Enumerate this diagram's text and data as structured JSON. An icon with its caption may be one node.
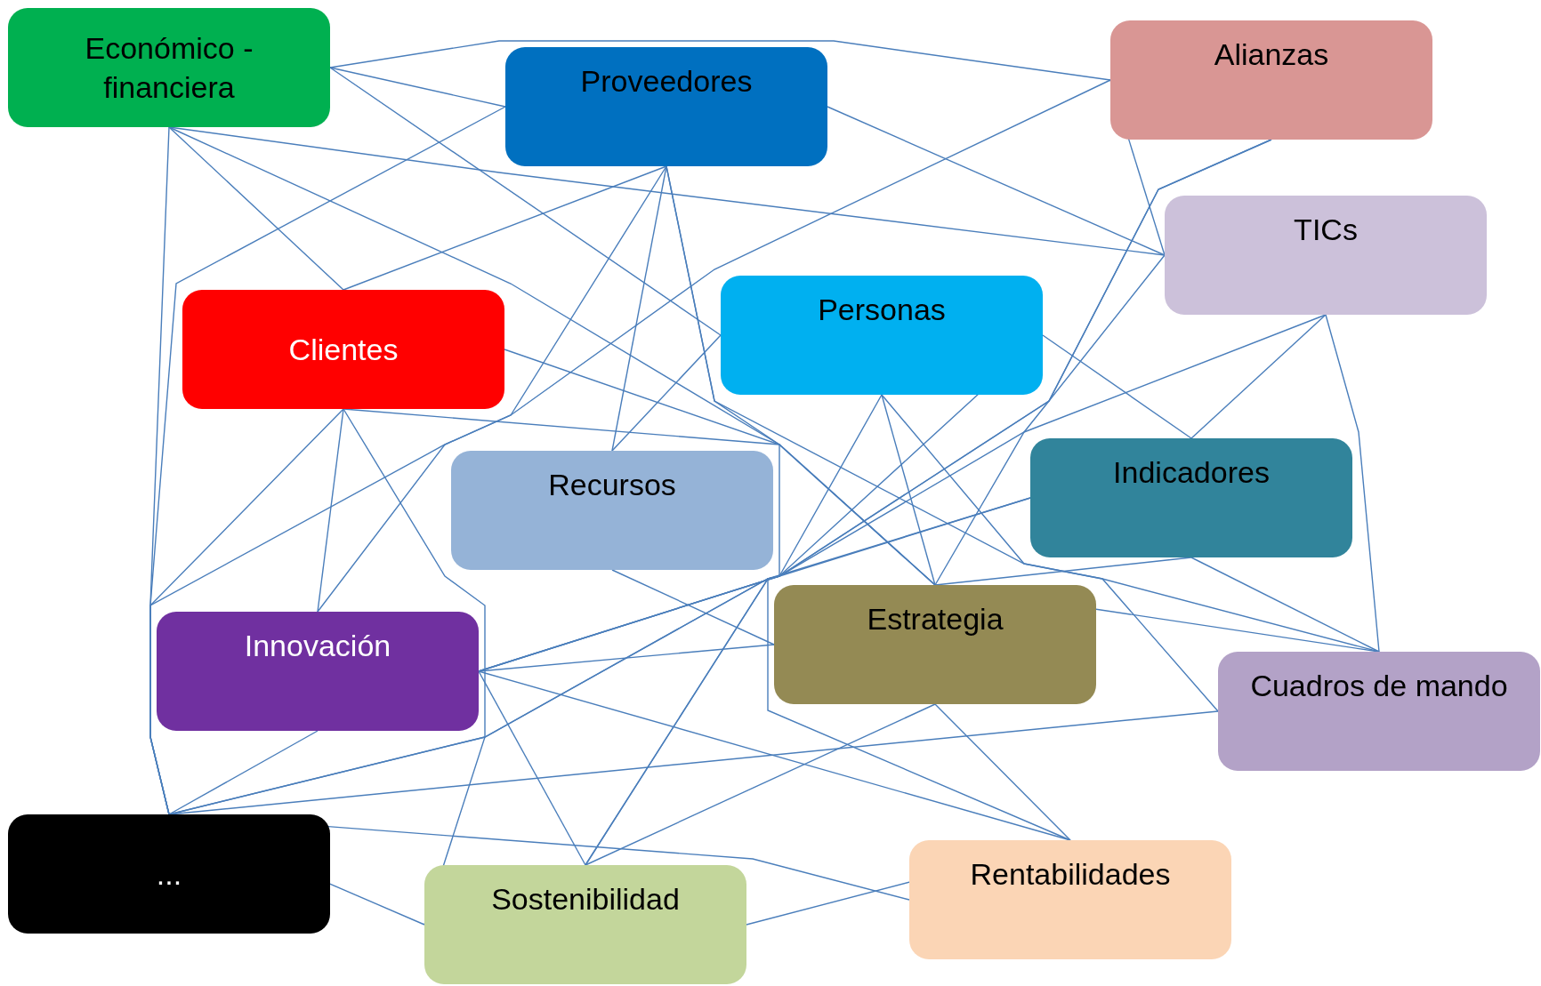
{
  "diagram": {
    "nodes": [
      {
        "text": [
          "Económico - financiera"
        ]
      },
      {
        "text": [
          "Proveedores"
        ]
      },
      {
        "text": [
          "Alianzas"
        ]
      },
      {
        "text": [
          "TICs"
        ]
      },
      {
        "text": [
          "Clientes"
        ]
      },
      {
        "text": [
          "Personas"
        ]
      },
      {
        "text": [
          "Recursos"
        ]
      },
      {
        "text": [
          "Indicadores"
        ]
      },
      {
        "text": [
          "Innovación"
        ]
      },
      {
        "text": [
          "Estrategia"
        ]
      },
      {
        "text": [
          "Cuadros de mando"
        ]
      },
      {
        "text": [
          "..."
        ]
      },
      {
        "text": [
          "Sostenibilidad"
        ]
      },
      {
        "text": [
          "Rentabilidades"
        ]
      }
    ],
    "edges": [
      {
        "from": 0,
        "to": 2,
        "arrow": "none"
      },
      {
        "from": 0,
        "to": 1,
        "arrow": "none"
      },
      {
        "from": 0,
        "to": 5,
        "arrow": "none"
      },
      {
        "from": 0,
        "to": 3,
        "arrow": "none"
      },
      {
        "from": 0,
        "to": 4,
        "arrow": "none"
      },
      {
        "from": 0,
        "to": 9,
        "arrow": "none"
      },
      {
        "from": 0,
        "to": 11,
        "arrow": "none"
      },
      {
        "from": 1,
        "to": 11,
        "arrow": "none"
      },
      {
        "from": 1,
        "to": 4,
        "arrow": "none"
      },
      {
        "from": 1,
        "to": 8,
        "arrow": "none"
      },
      {
        "from": 1,
        "to": 6,
        "arrow": "none"
      },
      {
        "from": 1,
        "to": 9,
        "arrow": "none"
      },
      {
        "from": 1,
        "to": 10,
        "arrow": "none"
      },
      {
        "from": 1,
        "to": 3,
        "arrow": "none"
      },
      {
        "from": 2,
        "to": 11,
        "arrow": "none"
      },
      {
        "from": 2,
        "to": 3,
        "arrow": "none"
      },
      {
        "from": 2,
        "to": 12,
        "arrow": "none"
      },
      {
        "from": 2,
        "to": 9,
        "arrow": "none"
      },
      {
        "from": 3,
        "to": 11,
        "arrow": "none"
      },
      {
        "from": 3,
        "to": 8,
        "arrow": "none"
      },
      {
        "from": 3,
        "to": 7,
        "arrow": "none"
      },
      {
        "from": 3,
        "to": 10,
        "arrow": "none"
      },
      {
        "from": 4,
        "to": 13,
        "arrow": "none"
      },
      {
        "from": 4,
        "to": 11,
        "arrow": "none"
      },
      {
        "from": 4,
        "to": 8,
        "arrow": "none"
      },
      {
        "from": 4,
        "to": 12,
        "arrow": "none"
      },
      {
        "from": 4,
        "to": 9,
        "arrow": "none"
      },
      {
        "from": 5,
        "to": 6,
        "arrow": "none"
      },
      {
        "from": 5,
        "to": 7,
        "arrow": "none"
      },
      {
        "from": 5,
        "to": 8,
        "arrow": "none"
      },
      {
        "from": 5,
        "to": 12,
        "arrow": "none"
      },
      {
        "from": 5,
        "to": 9,
        "arrow": "none"
      },
      {
        "from": 5,
        "to": 10,
        "arrow": "none"
      },
      {
        "from": 6,
        "to": 9,
        "arrow": "none"
      },
      {
        "from": 7,
        "to": 9,
        "arrow": "none"
      },
      {
        "from": 7,
        "to": 10,
        "arrow": "none"
      },
      {
        "from": 8,
        "to": 9,
        "arrow": "none"
      },
      {
        "from": 8,
        "to": 7,
        "arrow": "none"
      },
      {
        "from": 8,
        "to": 12,
        "arrow": "none"
      },
      {
        "from": 8,
        "to": 13,
        "arrow": "none"
      },
      {
        "from": 8,
        "to": 11,
        "arrow": "none"
      },
      {
        "from": 11,
        "to": 7,
        "arrow": "none"
      },
      {
        "from": 11,
        "to": 10,
        "arrow": "none"
      },
      {
        "from": 11,
        "to": 13,
        "arrow": "none"
      },
      {
        "from": 11,
        "to": 12,
        "arrow": "none"
      },
      {
        "from": 9,
        "to": 12,
        "arrow": "none"
      },
      {
        "from": 9,
        "to": 13,
        "arrow": "none"
      },
      {
        "from": 12,
        "to": 13,
        "arrow": "none"
      },
      {
        "from": 9,
        "to": 10,
        "arrow": "none"
      }
    ]
  }
}
